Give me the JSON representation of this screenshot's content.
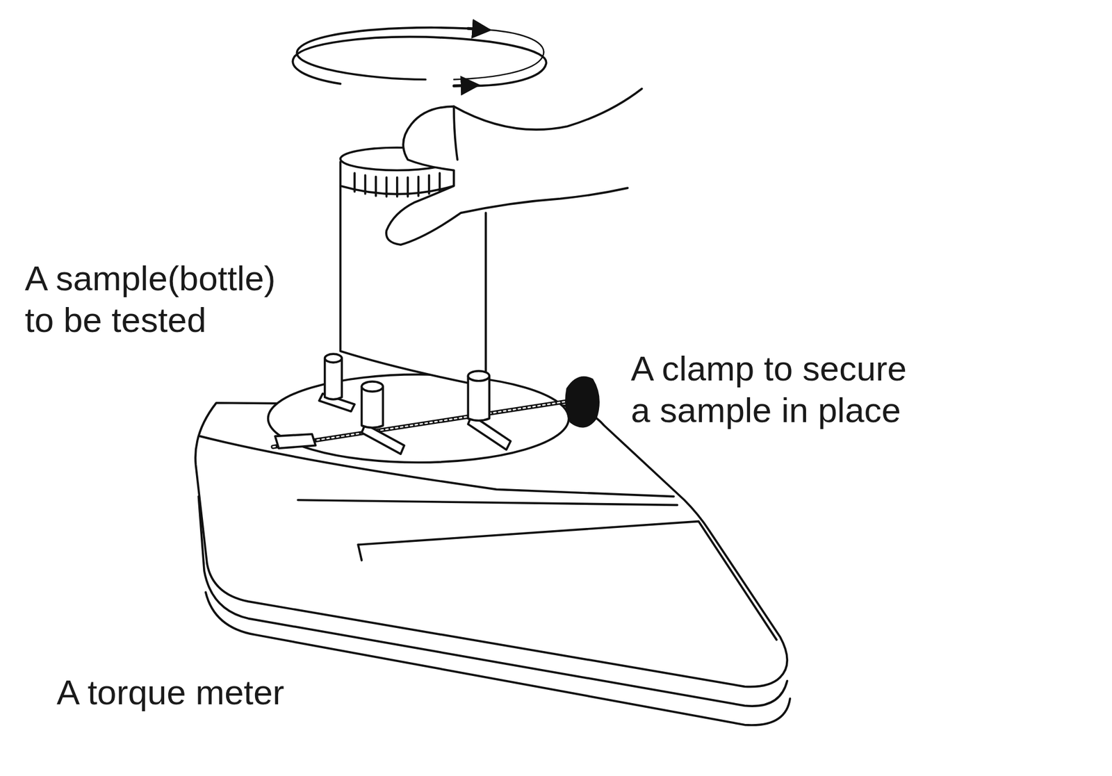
{
  "diagram": {
    "labels": [
      "A sample(bottle) to be tested",
      "A clamp to secure a sample in place",
      "A torque meter"
    ]
  }
}
